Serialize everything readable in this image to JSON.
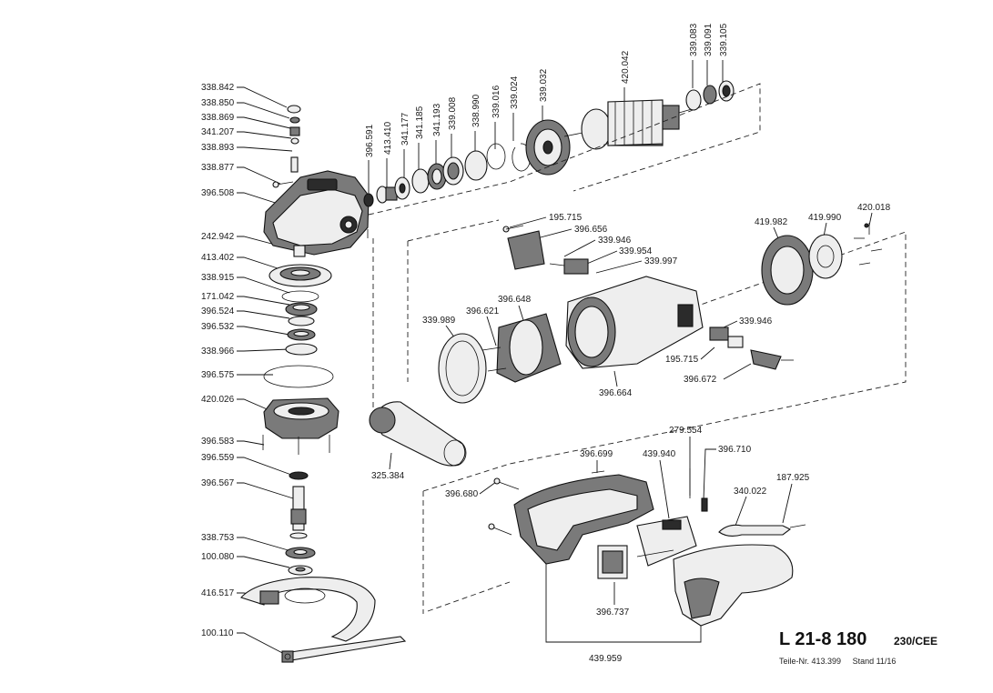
{
  "title": {
    "model": "L 21-8 180",
    "variant": "230/CEE",
    "part_number": "Teile-Nr. 413.399",
    "revision": "Stand 11/16"
  },
  "labels_left": [
    "338.842",
    "338.850",
    "338.869",
    "341.207",
    "338.893",
    "338.877",
    "396.508",
    "242.942",
    "413.402",
    "338.915",
    "171.042",
    "396.524",
    "396.532",
    "338.966",
    "396.575",
    "420.026",
    "396.583",
    "396.559",
    "396.567",
    "338.753",
    "100.080",
    "416.517",
    "100.110"
  ],
  "labels_top": [
    "396.591",
    "413.410",
    "341.177",
    "341.185",
    "341.193",
    "339.008",
    "338.990",
    "339.016",
    "339.024",
    "339.032",
    "420.042",
    "339.083",
    "339.091",
    "339.105"
  ],
  "labels_right": [
    "195.715",
    "396.656",
    "339.946",
    "339.954",
    "339.997",
    "419.982",
    "419.990",
    "420.018",
    "396.648",
    "339.989",
    "396.621",
    "339.946",
    "195.715",
    "396.672",
    "396.664",
    "325.384"
  ],
  "labels_bottom": [
    "279.554",
    "396.699",
    "439.940",
    "396.710",
    "187.925",
    "396.680",
    "340.022",
    "396.737",
    "439.959"
  ]
}
